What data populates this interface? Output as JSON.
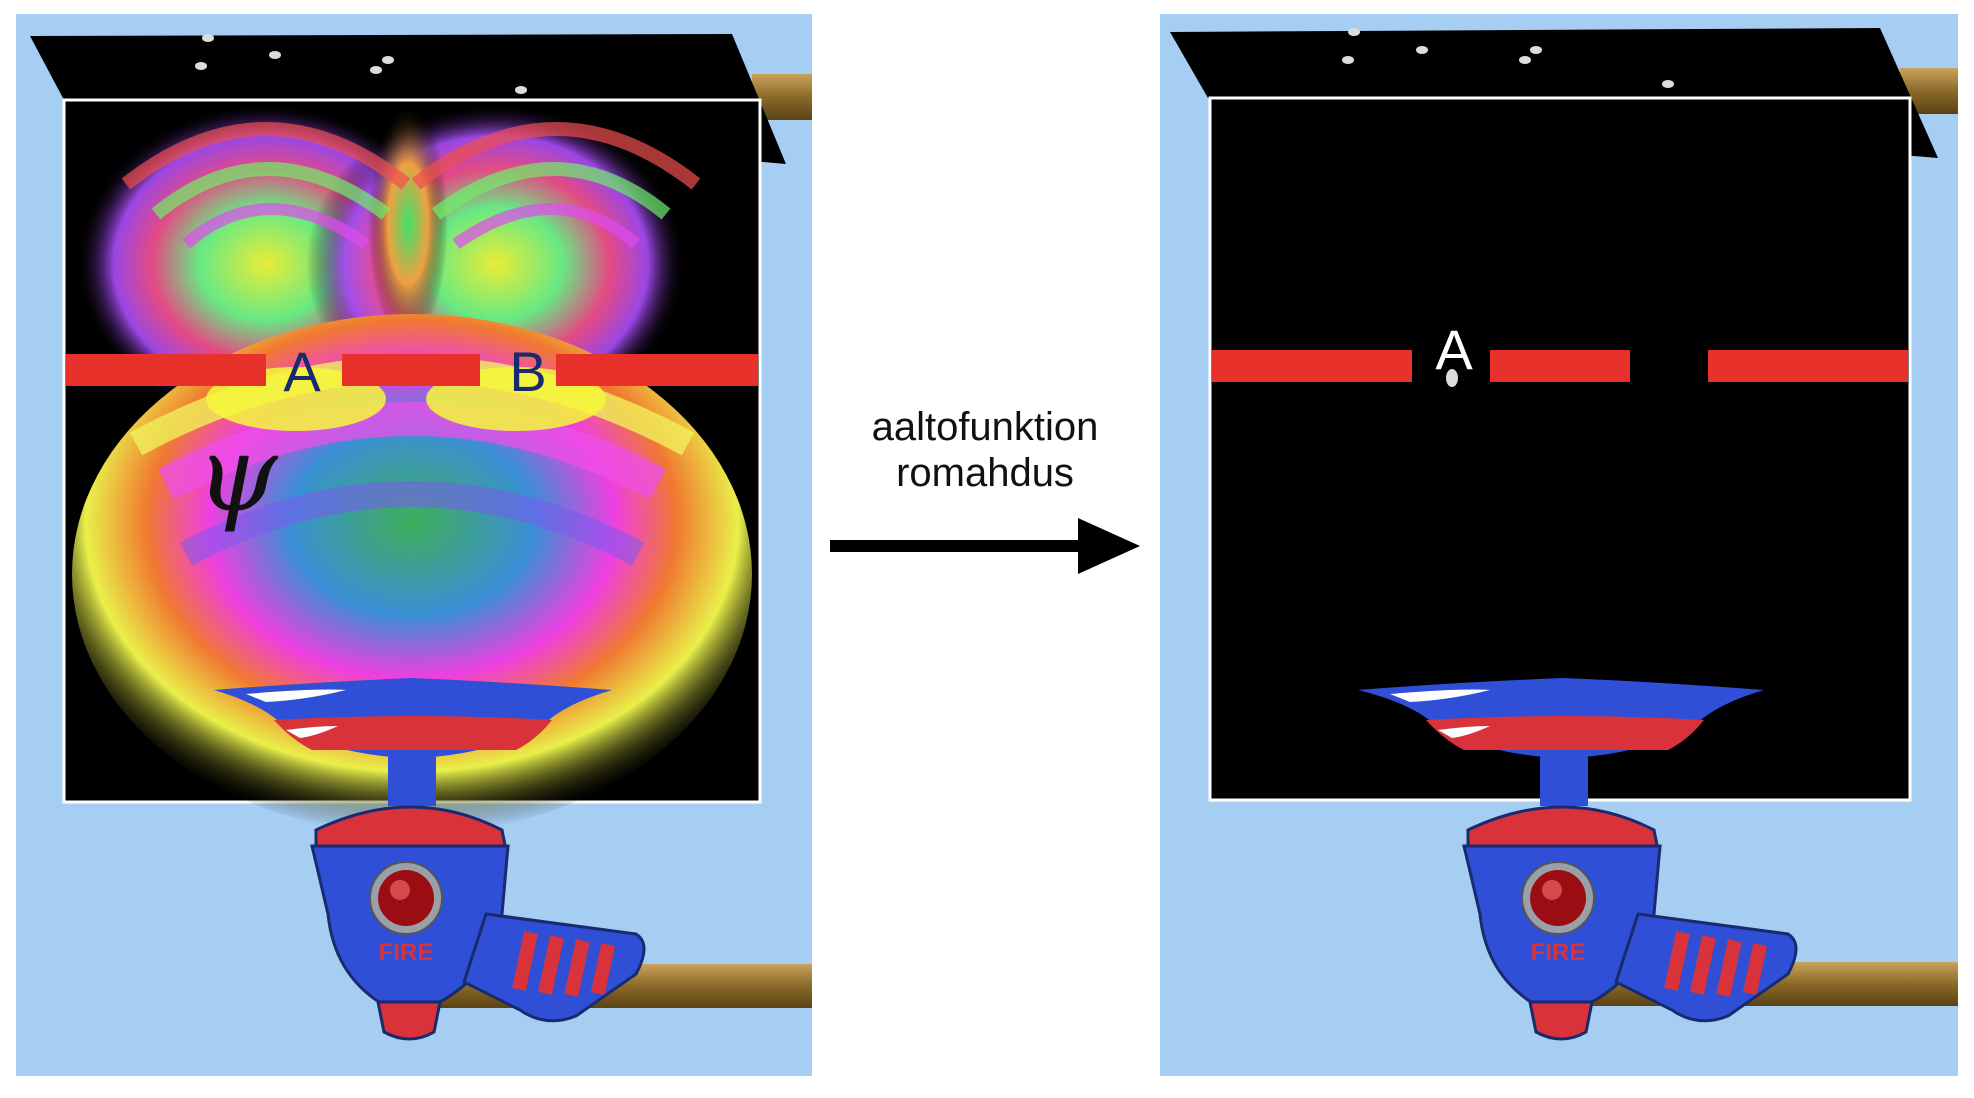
{
  "left_panel": {
    "slit_labels": [
      "A",
      "B"
    ],
    "wavefunction_symbol": "ψ",
    "fire_button_label": "FIRE"
  },
  "arrow_caption": [
    "aaltofunktion",
    "romahdus"
  ],
  "right_panel": {
    "slit_label": "A",
    "fire_button_label": "FIRE"
  },
  "colors": {
    "panel_background": "#a6cdf2",
    "screen_background": "#000000",
    "barrier": "#e8312a",
    "gun_body": "#2e4fd6",
    "gun_accent": "#d8333a",
    "rod": "#8a6a2a"
  },
  "icons": [
    "dark-detector-plate",
    "double-slit-barrier",
    "electron-gun",
    "fire-button",
    "arrow-right"
  ]
}
